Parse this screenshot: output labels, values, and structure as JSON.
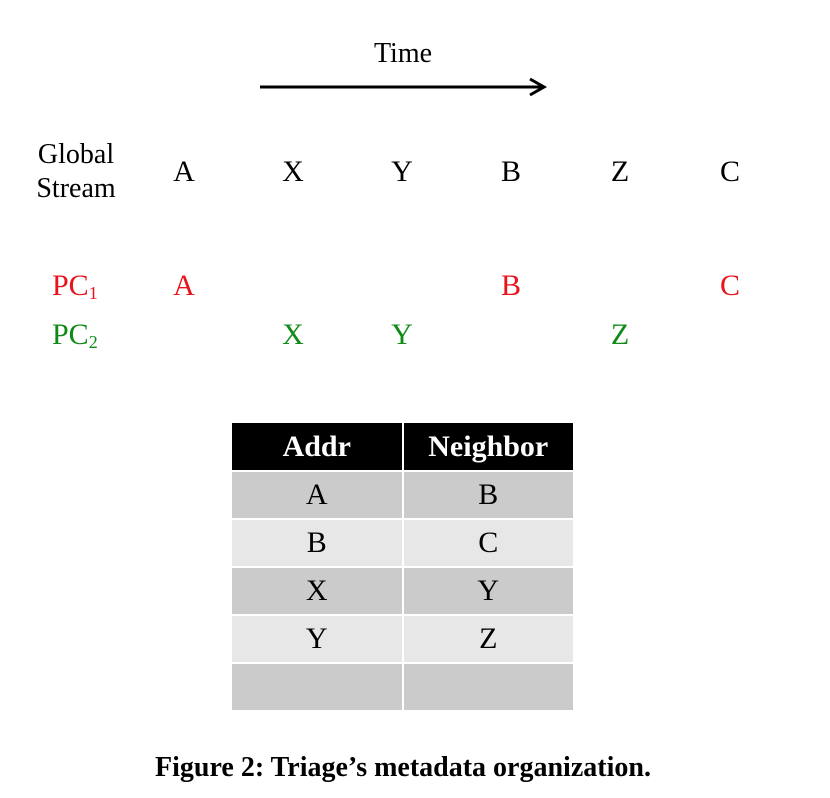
{
  "time_label": "Time",
  "stream_label_line1": "Global",
  "stream_label_line2": "Stream",
  "global_stream": [
    "A",
    "X",
    "Y",
    "B",
    "Z",
    "C"
  ],
  "pc_rows": [
    {
      "name": "PC",
      "sub": "1",
      "color": "#e8141b",
      "items": [
        "A",
        "",
        "",
        "B",
        "",
        "C"
      ]
    },
    {
      "name": "PC",
      "sub": "2",
      "color": "#0f8a17",
      "items": [
        "",
        "X",
        "Y",
        "",
        "Z",
        ""
      ]
    }
  ],
  "table": {
    "headers": [
      "Addr",
      "Neighbor"
    ],
    "rows": [
      [
        "A",
        "B"
      ],
      [
        "B",
        "C"
      ],
      [
        "X",
        "Y"
      ],
      [
        "Y",
        "Z"
      ],
      [
        "",
        ""
      ]
    ]
  },
  "caption": "Figure 2: Triage’s metadata organization."
}
